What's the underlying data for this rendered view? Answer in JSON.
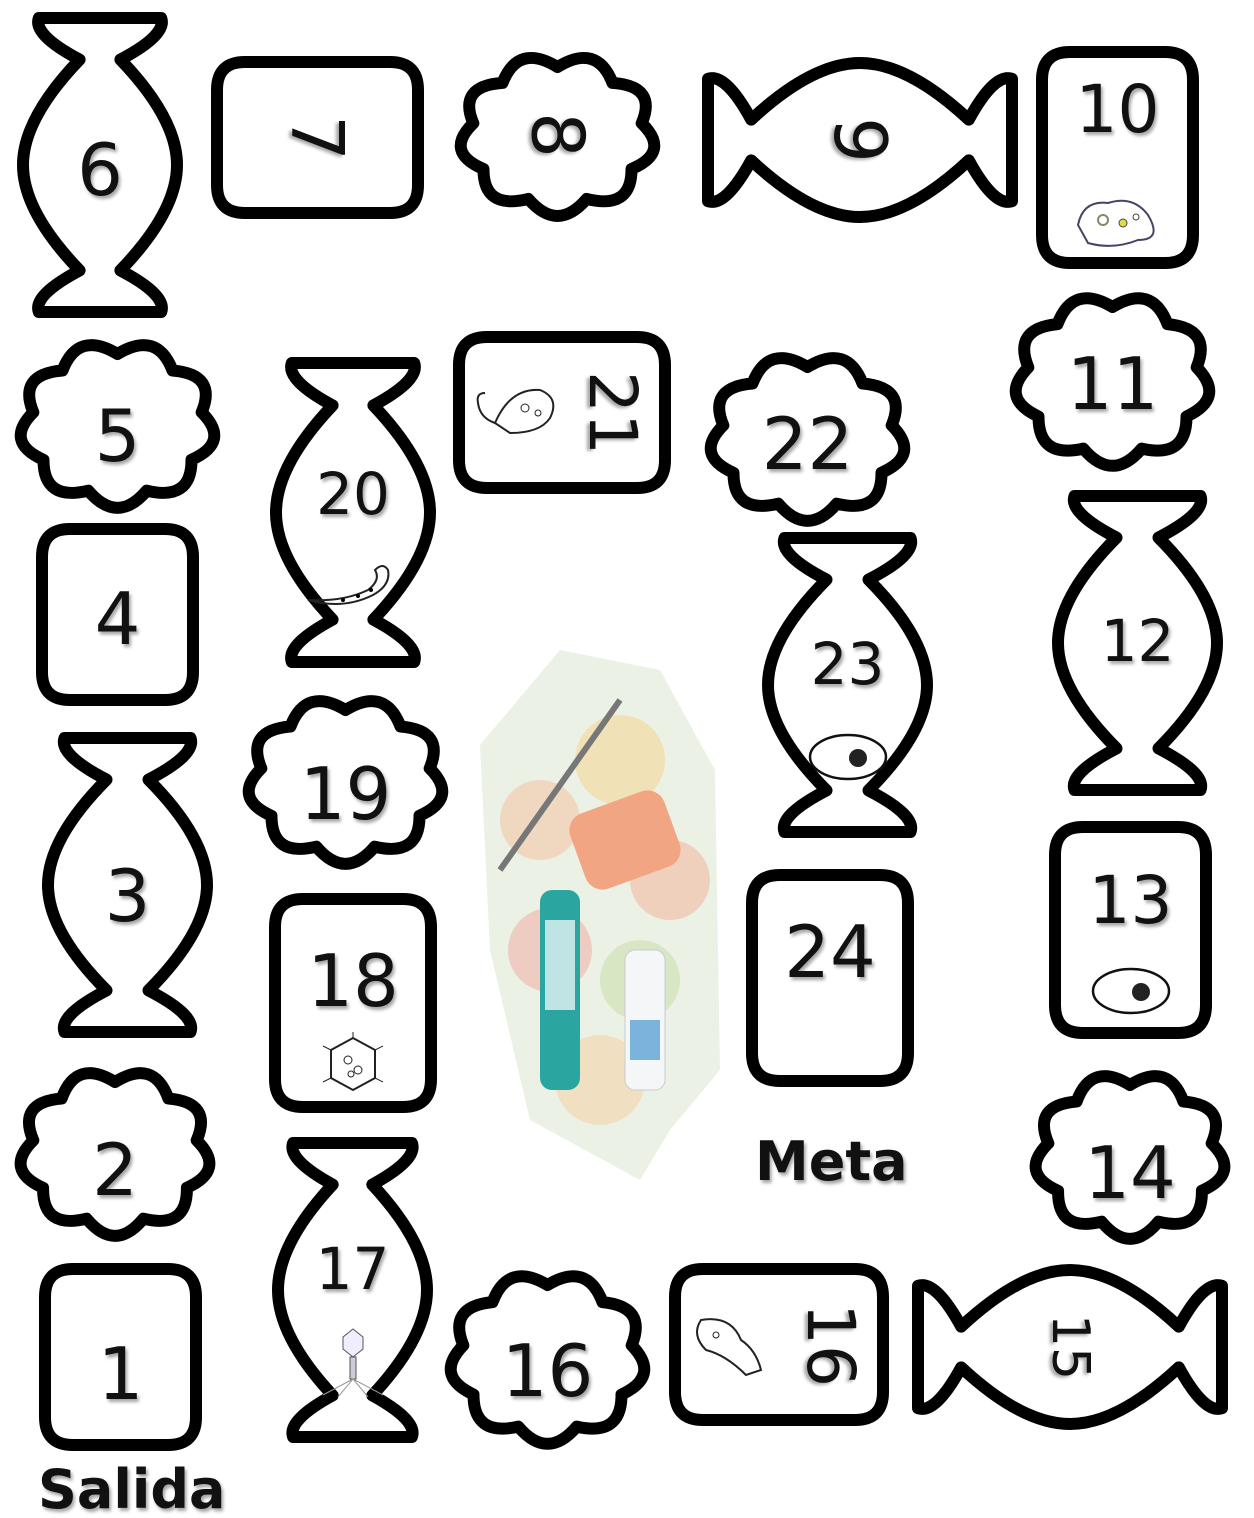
{
  "board": {
    "start_label": "Salida",
    "finish_label": "Meta",
    "squares": [
      {
        "n": "1",
        "shape": "box",
        "image": "none"
      },
      {
        "n": "2",
        "shape": "cloud",
        "image": "none"
      },
      {
        "n": "3",
        "shape": "candy",
        "image": "none"
      },
      {
        "n": "4",
        "shape": "box",
        "image": "none"
      },
      {
        "n": "5",
        "shape": "cloud",
        "image": "none"
      },
      {
        "n": "6",
        "shape": "candy",
        "image": "none"
      },
      {
        "n": "7",
        "shape": "box",
        "image": "none"
      },
      {
        "n": "8",
        "shape": "cloud",
        "image": "none"
      },
      {
        "n": "9",
        "shape": "candy",
        "image": "none"
      },
      {
        "n": "10",
        "shape": "box",
        "image": "amoeba-drawing"
      },
      {
        "n": "11",
        "shape": "cloud",
        "image": "none"
      },
      {
        "n": "12",
        "shape": "candy",
        "image": "none"
      },
      {
        "n": "13",
        "shape": "box",
        "image": "cell-drawing"
      },
      {
        "n": "14",
        "shape": "cloud",
        "image": "none"
      },
      {
        "n": "15",
        "shape": "candy",
        "image": "none"
      },
      {
        "n": "16",
        "shape": "box",
        "image": "protozoan-drawing"
      },
      {
        "n": "16",
        "shape": "cloud",
        "image": "none"
      },
      {
        "n": "17",
        "shape": "candy",
        "image": "bacteriophage-drawing"
      },
      {
        "n": "18",
        "shape": "box",
        "image": "virus-drawing"
      },
      {
        "n": "19",
        "shape": "cloud",
        "image": "none"
      },
      {
        "n": "20",
        "shape": "candy",
        "image": "worm-drawing"
      },
      {
        "n": "21",
        "shape": "box",
        "image": "euglena-drawing"
      },
      {
        "n": "22",
        "shape": "cloud",
        "image": "none"
      },
      {
        "n": "23",
        "shape": "candy",
        "image": "cell-nucleus-drawing"
      },
      {
        "n": "24",
        "shape": "box",
        "image": "none"
      }
    ],
    "center_image": "hygiene-collage"
  }
}
